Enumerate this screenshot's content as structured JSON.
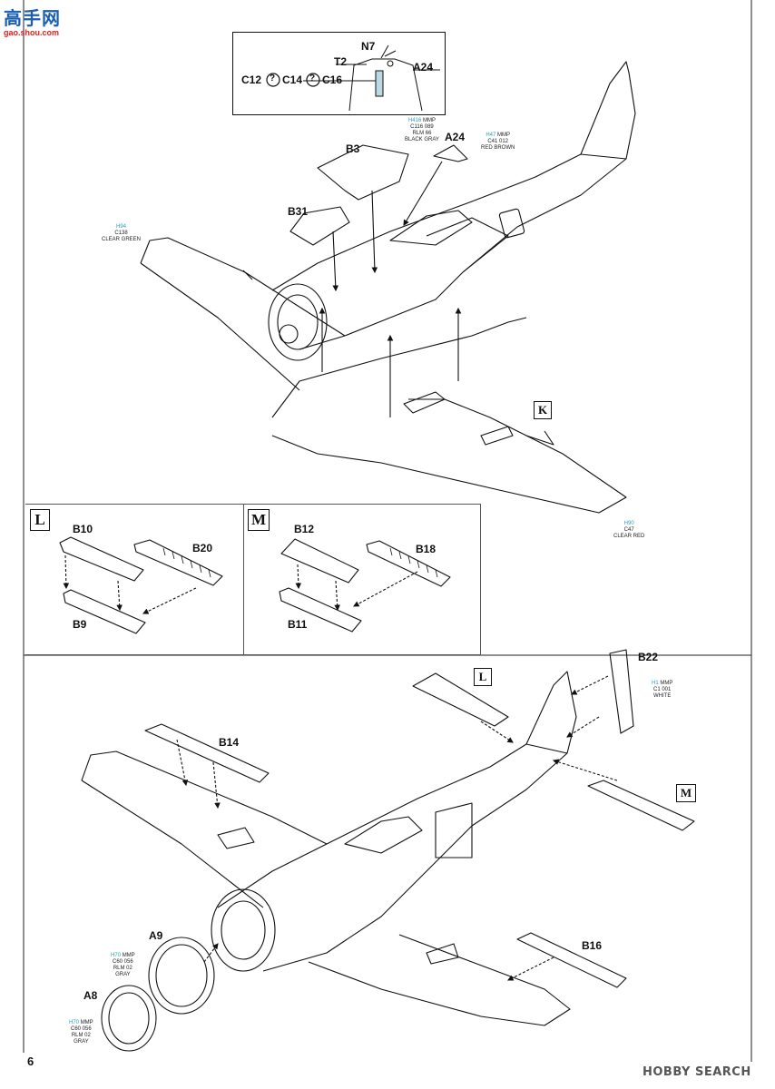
{
  "watermark": {
    "site_cn": "高手网",
    "site_url": "gao.shou.com",
    "footer": "HOBBY SEARCH"
  },
  "page_number": "6",
  "detail_callout": {
    "parts": [
      "N7",
      "T2",
      "A24",
      "C12",
      "C14",
      "C16"
    ],
    "either_symbol": "?"
  },
  "top_section": {
    "part_labels": {
      "b3": "B3",
      "b31": "B31",
      "a24": "A24"
    },
    "subassembly_marker": "K",
    "paints": {
      "black_gray": {
        "h": "H416",
        "mmp": "MMP",
        "c": "C116",
        "code": "089",
        "name1": "RLM 66",
        "name2": "BLACK GRAY"
      },
      "red_brown": {
        "h": "H47",
        "mmp": "MMP",
        "c": "C41",
        "code": "012",
        "name1": "RED BROWN"
      },
      "clear_green": {
        "h": "H94",
        "c": "C138",
        "name1": "CLEAR GREEN"
      },
      "clear_red": {
        "h": "H90",
        "c": "C47",
        "name1": "CLEAR RED"
      }
    }
  },
  "box_l": {
    "marker": "L",
    "parts": {
      "b10": "B10",
      "b20": "B20",
      "b9": "B9"
    }
  },
  "box_m": {
    "marker": "M",
    "parts": {
      "b12": "B12",
      "b18": "B18",
      "b11": "B11"
    }
  },
  "bottom_section": {
    "part_labels": {
      "b22": "B22",
      "b14": "B14",
      "b16": "B16",
      "a9": "A9",
      "a8": "A8"
    },
    "markers": {
      "l": "L",
      "m": "M"
    },
    "paints": {
      "white": {
        "h": "H1",
        "mmp": "MMP",
        "c": "C1",
        "code": "001",
        "name1": "WHITE"
      },
      "rlm02_a": {
        "h": "H70",
        "mmp": "MMP",
        "c": "C60",
        "code": "056",
        "name1": "RLM 02",
        "name2": "GRAY"
      },
      "rlm02_b": {
        "h": "H70",
        "mmp": "MMP",
        "c": "C60",
        "code": "056",
        "name1": "RLM 02",
        "name2": "GRAY"
      }
    }
  }
}
